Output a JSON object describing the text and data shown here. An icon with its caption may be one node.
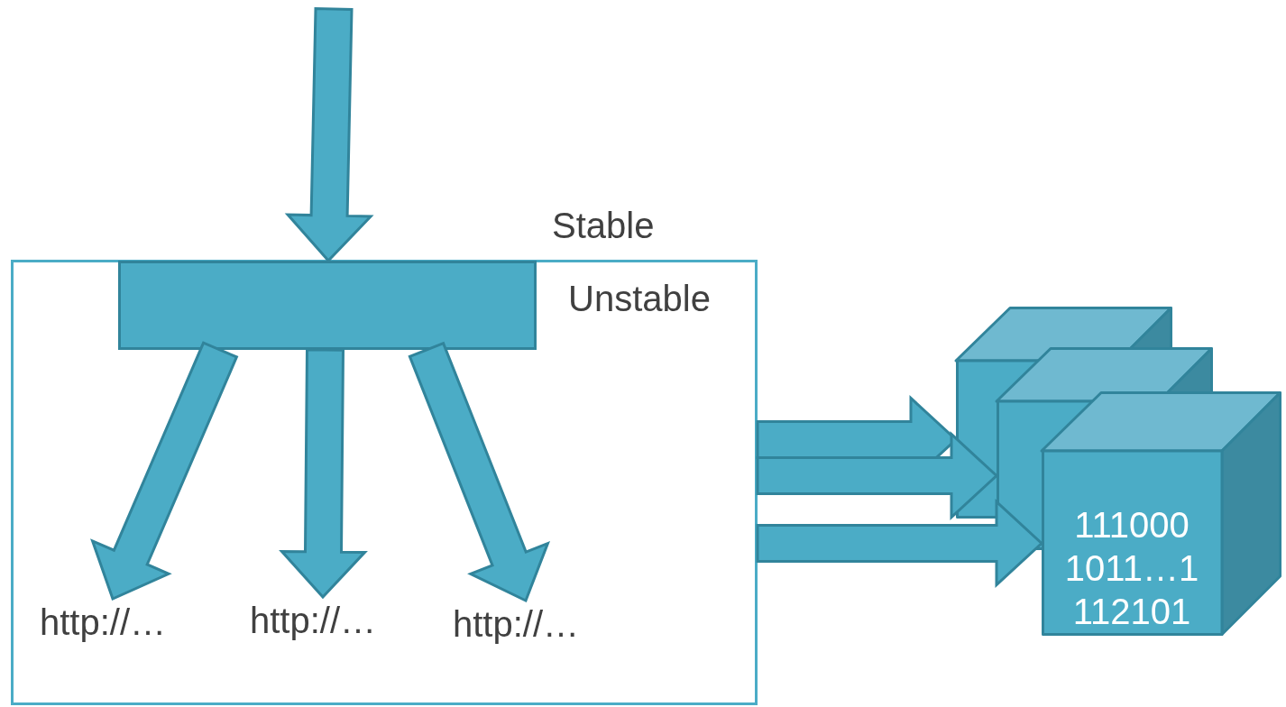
{
  "diagram": {
    "nodes": [
      {
        "text": [
          "Unstable"
        ]
      },
      {
        "text": [],
        "shape": "bar",
        "in": 0
      },
      {
        "text": [
          "http://…"
        ],
        "in": 0
      },
      {
        "text": [
          "http://…"
        ],
        "in": 0
      },
      {
        "text": [
          "http://…"
        ],
        "in": 0
      },
      {
        "text": [],
        "shape": "box"
      },
      {
        "text": [],
        "shape": "box"
      },
      {
        "text": [
          "111000 1011…1 112101"
        ]
      }
    ],
    "edges": [
      {
        "from": null,
        "to": 1,
        "arrow": "to"
      },
      {
        "from": 1,
        "to": 2,
        "arrow": "to"
      },
      {
        "from": 1,
        "to": 3,
        "arrow": "to"
      },
      {
        "from": 1,
        "to": 4,
        "arrow": "to"
      },
      {
        "from": 0,
        "to": 5,
        "arrow": "to"
      },
      {
        "from": 0,
        "to": 6,
        "arrow": "to"
      },
      {
        "from": 0,
        "to": 7,
        "arrow": "to"
      }
    ],
    "labels": [
      "Stable"
    ]
  }
}
